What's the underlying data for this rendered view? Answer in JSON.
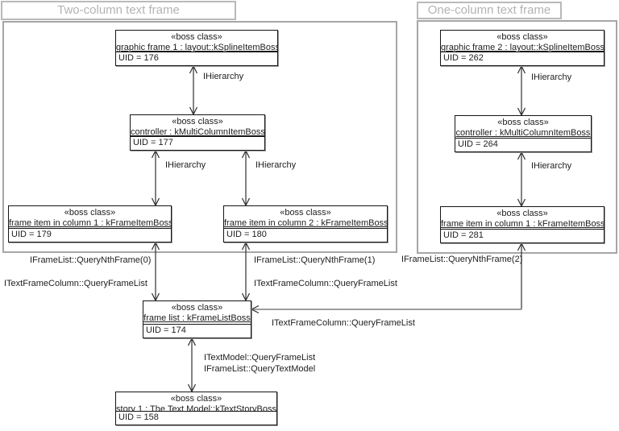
{
  "groups": {
    "two_column": {
      "title": "Two-column text frame"
    },
    "one_column": {
      "title": "One-column text frame"
    }
  },
  "stereotype": "«boss class»",
  "boxes": {
    "graphic_frame_1": {
      "name": "graphic frame 1 : layout::kSplineItemBoss",
      "uid": "UID = 176"
    },
    "controller_two_col": {
      "name": "controller : kMultiColumnItemBoss",
      "uid": "UID = 177"
    },
    "frame_item_col1": {
      "name": "frame item in column 1 : kFrameItemBoss",
      "uid": "UID = 179"
    },
    "frame_item_col2": {
      "name": "frame item in column 2 : kFrameItemBoss",
      "uid": "UID = 180"
    },
    "graphic_frame_2": {
      "name": "graphic frame 2 : layout::kSplineItemBoss",
      "uid": "UID = 262"
    },
    "controller_one_col": {
      "name": "controller : kMultiColumnItemBoss",
      "uid": "UID = 264"
    },
    "frame_item_one_col": {
      "name": "frame item in column 1 : kFrameItemBoss",
      "uid": "UID = 281"
    },
    "frame_list": {
      "name": "frame list : kFrameListBoss",
      "uid": "UID = 174"
    },
    "story_1": {
      "name": "story 1 : The Text Model::kTextStoryBoss",
      "uid": "UID = 158"
    }
  },
  "labels": {
    "hierarchy": "IHierarchy",
    "query_nth_frame_0": "IFrameList::QueryNthFrame(0)",
    "query_nth_frame_1": "IFrameList::QueryNthFrame(1)",
    "query_nth_frame_2": "IFrameList::QueryNthFrame(2)",
    "query_frame_list": "ITextFrameColumn::QueryFrameList",
    "text_model_query_frame_list": "ITextModel::QueryFrameList",
    "frame_list_query_text_model": "IFrameList::QueryTextModel"
  },
  "colors": {
    "box_border": "#141414",
    "container_border": "#a6a6a6",
    "tab_text": "#b3b3b3",
    "connector": "#2e2e2e",
    "connector_gray": "#7d7d7d"
  }
}
